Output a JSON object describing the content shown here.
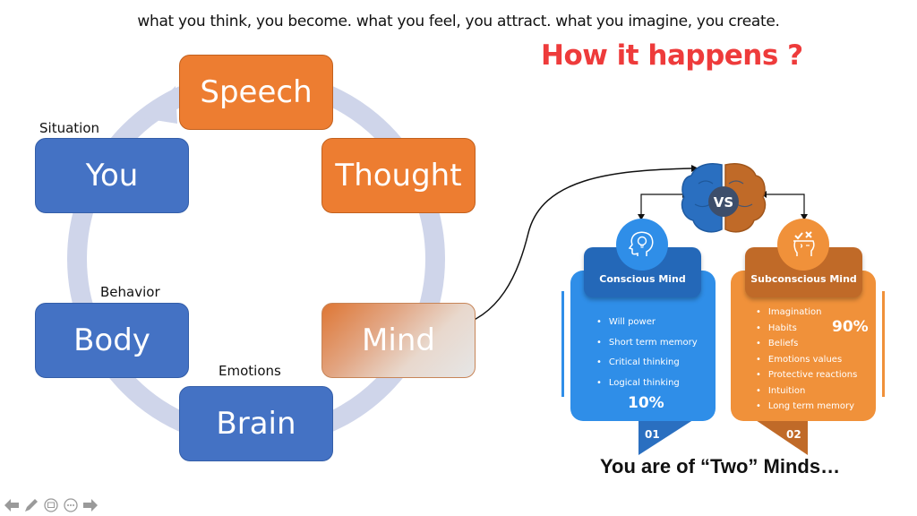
{
  "slide": {
    "quote": "what you think, you become. what you feel, you attract. what you imagine, you create.",
    "heading": "How it happens ?",
    "heading_color": "#ee3b3b",
    "tagline": "You are of “Two” Minds…"
  },
  "cycle": {
    "nodes": [
      {
        "label": "Speech",
        "color": "orange"
      },
      {
        "label": "Thought",
        "color": "orange"
      },
      {
        "label": "Mind",
        "color": "orange-gradient"
      },
      {
        "label": "Brain",
        "color": "blue"
      },
      {
        "label": "Body",
        "color": "blue"
      },
      {
        "label": "You",
        "color": "blue"
      }
    ],
    "annotations": {
      "situation": "Situation",
      "behavior": "Behavior",
      "emotions": "Emotions"
    },
    "colors": {
      "orange": "#ed7d31",
      "blue": "#4472c4",
      "ring": "#cfd5ea"
    }
  },
  "comparison": {
    "vs_label": "VS",
    "conscious": {
      "title": "Conscious Mind",
      "points": [
        "Will power",
        "Short term memory",
        "Critical thinking",
        "Logical thinking"
      ],
      "percent": "10%",
      "number": "01",
      "icon": "lightbulb-head-icon",
      "color": "#2f8ee8"
    },
    "subconscious": {
      "title": "Subconscious Mind",
      "points": [
        "Imagination",
        "Habits",
        "Beliefs",
        "Emotions values",
        "Protective reactions",
        "Intuition",
        "Long term memory"
      ],
      "percent": "90%",
      "number": "02",
      "icon": "check-cross-head-icon",
      "color": "#f0913a"
    }
  },
  "navigation": {
    "buttons": [
      "previous-slide",
      "pen",
      "slides-overview",
      "more-options",
      "next-slide"
    ]
  }
}
